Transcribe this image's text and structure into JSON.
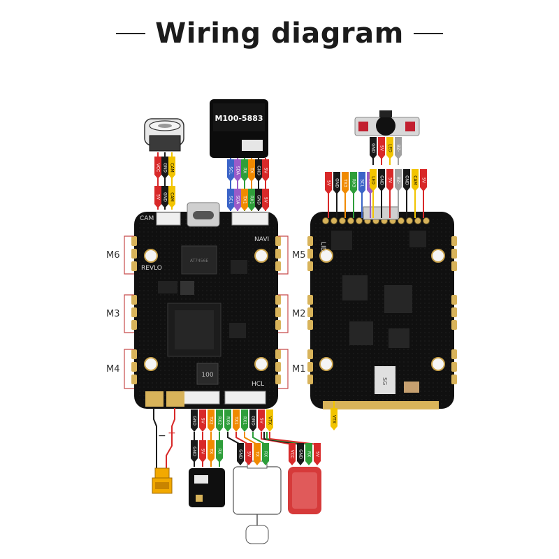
{
  "title": "Wiring diagram",
  "gps_module": {
    "label": "M100-5883"
  },
  "pcb_silk": {
    "cam": "CAM",
    "navi": "NAVI",
    "revlo": "REVLO",
    "hcl": "HCL",
    "chip_a": "AT7456E",
    "chip_b": "100",
    "lid": "LID",
    "chip_c": "SG"
  },
  "motors_left": [
    "M6",
    "M3",
    "M4"
  ],
  "motors_right": [
    "M5",
    "M2",
    "M1"
  ],
  "cam_wires": [
    "VCC",
    "GND",
    "CAM"
  ],
  "cam_pad_wires": [
    "5V",
    "GND",
    "CAM"
  ],
  "gps_wires": [
    "SCL",
    "SDA",
    "RX",
    "TX",
    "GND",
    "5V"
  ],
  "gps_pad_wires": [
    "SCL",
    "SDA",
    "TX1",
    "RX1",
    "GND",
    "5V"
  ],
  "bottom_pads": [
    "GND",
    "5V",
    "TX2",
    "RX2",
    "RX6",
    "TX1",
    "RX1",
    "GND",
    "5V",
    "VTX"
  ],
  "rx_module_wires": [
    "GND",
    "5V",
    "TX",
    "RX"
  ],
  "vtx_module_wires": [
    "GND",
    "5V",
    "TX",
    "RX"
  ],
  "vtx_red_wires": [
    "VCC",
    "GND",
    "RX",
    "5V"
  ],
  "top_back_pads": [
    "5V",
    "GND",
    "TX3",
    "RX3",
    "SCL",
    "SDA"
  ],
  "top_back_pads_right": [
    "LED",
    "GND",
    "5V",
    "BZ-",
    "GND",
    "CAM",
    "5V"
  ],
  "buzzer_wires": [
    "GND",
    "5V",
    "LED",
    "BZ-"
  ],
  "back_vtx": "VTX",
  "power_minus": "−",
  "power_plus": "+",
  "colors": {
    "red": "#d82929",
    "black": "#1a1a1a",
    "yellow": "#f2c400",
    "green": "#2e9e3a",
    "orange": "#f08a00",
    "purple": "#9a5bc8",
    "blue": "#3b64c8",
    "gray": "#a0a0a0"
  }
}
